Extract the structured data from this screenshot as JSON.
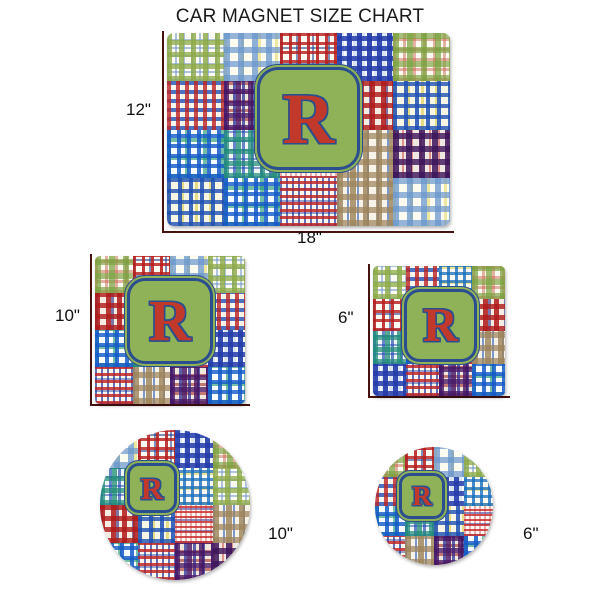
{
  "title": "CAR MAGNET SIZE CHART",
  "monogram": "R",
  "colors": {
    "badge_fill": "#8fb258",
    "badge_border": "#2b4f8e",
    "monogram_fill": "#c0392b",
    "monogram_outline": "#2b4f8e",
    "rule": "#46110f",
    "background": "#ffffff",
    "text": "#111111"
  },
  "products": [
    {
      "id": "rect-18x12",
      "shape": "rectangle",
      "height_label": "12\"",
      "width_label": "18\"",
      "monogram": "R"
    },
    {
      "id": "square-10",
      "shape": "square",
      "size_label": "10\"",
      "monogram": "R"
    },
    {
      "id": "square-6",
      "shape": "square",
      "size_label": "6\"",
      "monogram": "R"
    },
    {
      "id": "circle-10",
      "shape": "circle",
      "size_label": "10\"",
      "monogram": "R"
    },
    {
      "id": "circle-6",
      "shape": "circle",
      "size_label": "6\"",
      "monogram": "R"
    }
  ],
  "labels": {
    "rect_height": "12\"",
    "rect_width": "18\"",
    "square_large": "10\"",
    "square_small": "6\"",
    "circle_large": "10\"",
    "circle_small": "6\""
  }
}
